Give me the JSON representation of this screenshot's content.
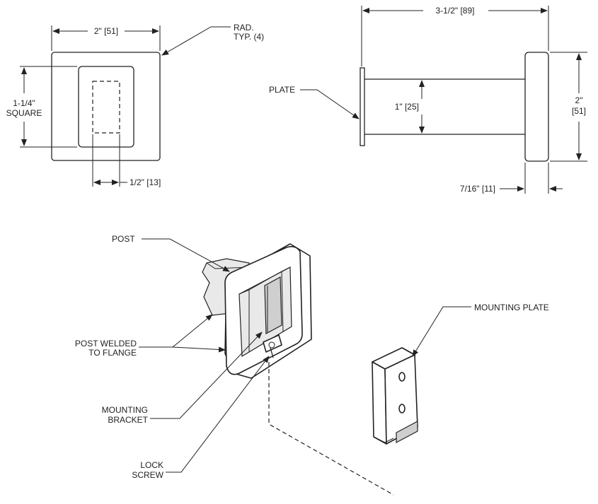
{
  "front_view": {
    "width_dim": "2\" [51]",
    "radius_note_line1": "RAD.",
    "radius_note_line2": "TYP. (4)",
    "square_dim_line1": "1-1/4\"",
    "square_dim_line2": "SQUARE",
    "slot_dim": "1/2\" [13]"
  },
  "side_view": {
    "length_dim": "3-1/2\" [89]",
    "plate_label": "PLATE",
    "post_dim": "1\" [25]",
    "height_dim_line1": "2\"",
    "height_dim_line2": "[51]",
    "flange_dim": "7/16\" [11]"
  },
  "iso_view": {
    "post_label": "POST",
    "welded_line1": "POST WELDED",
    "welded_line2": "TO FLANGE",
    "bracket_line1": "MOUNTING",
    "bracket_line2": "BRACKET",
    "screw_line1": "LOCK",
    "screw_line2": "SCREW",
    "plate_label": "MOUNTING PLATE"
  }
}
